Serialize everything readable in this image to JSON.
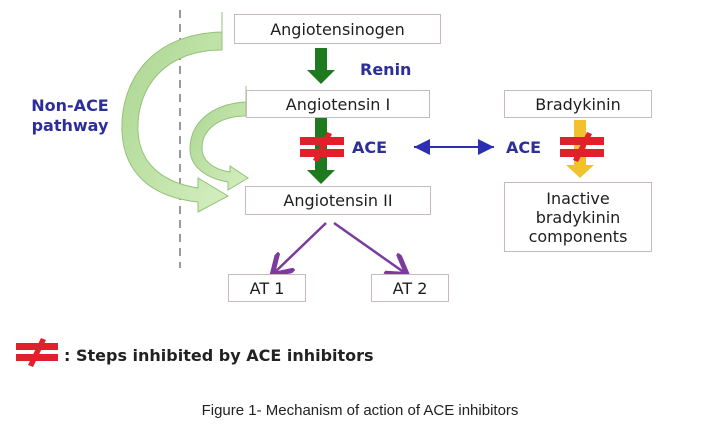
{
  "nodes": {
    "angiotensinogen": "Angiotensinogen",
    "angiotensin_1": "Angiotensin I",
    "angiotensin_2": "Angiotensin II",
    "at1": "AT 1",
    "at2": "AT 2",
    "bradykinin": "Bradykinin",
    "inactive_bradykinin": "Inactive bradykinin components"
  },
  "labels": {
    "renin": "Renin",
    "ace_left": "ACE",
    "ace_right": "ACE",
    "non_ace_line1": "Non-ACE",
    "non_ace_line2": "pathway"
  },
  "legend": {
    "text": ": Steps inhibited by ACE inhibitors",
    "icon": "not-equal-inhibition-icon"
  },
  "caption": "Figure 1- Mechanism of action of ACE inhibitors",
  "colors": {
    "label_blue": "#2c2f9a",
    "green_arrow": "#1e7a1e",
    "pathway_arrow": "#bfe3a6",
    "inhibit_red": "#e0202a",
    "bradykinin_arrow": "#f2c12e",
    "receptor_arrow": "#7a3a9e"
  }
}
